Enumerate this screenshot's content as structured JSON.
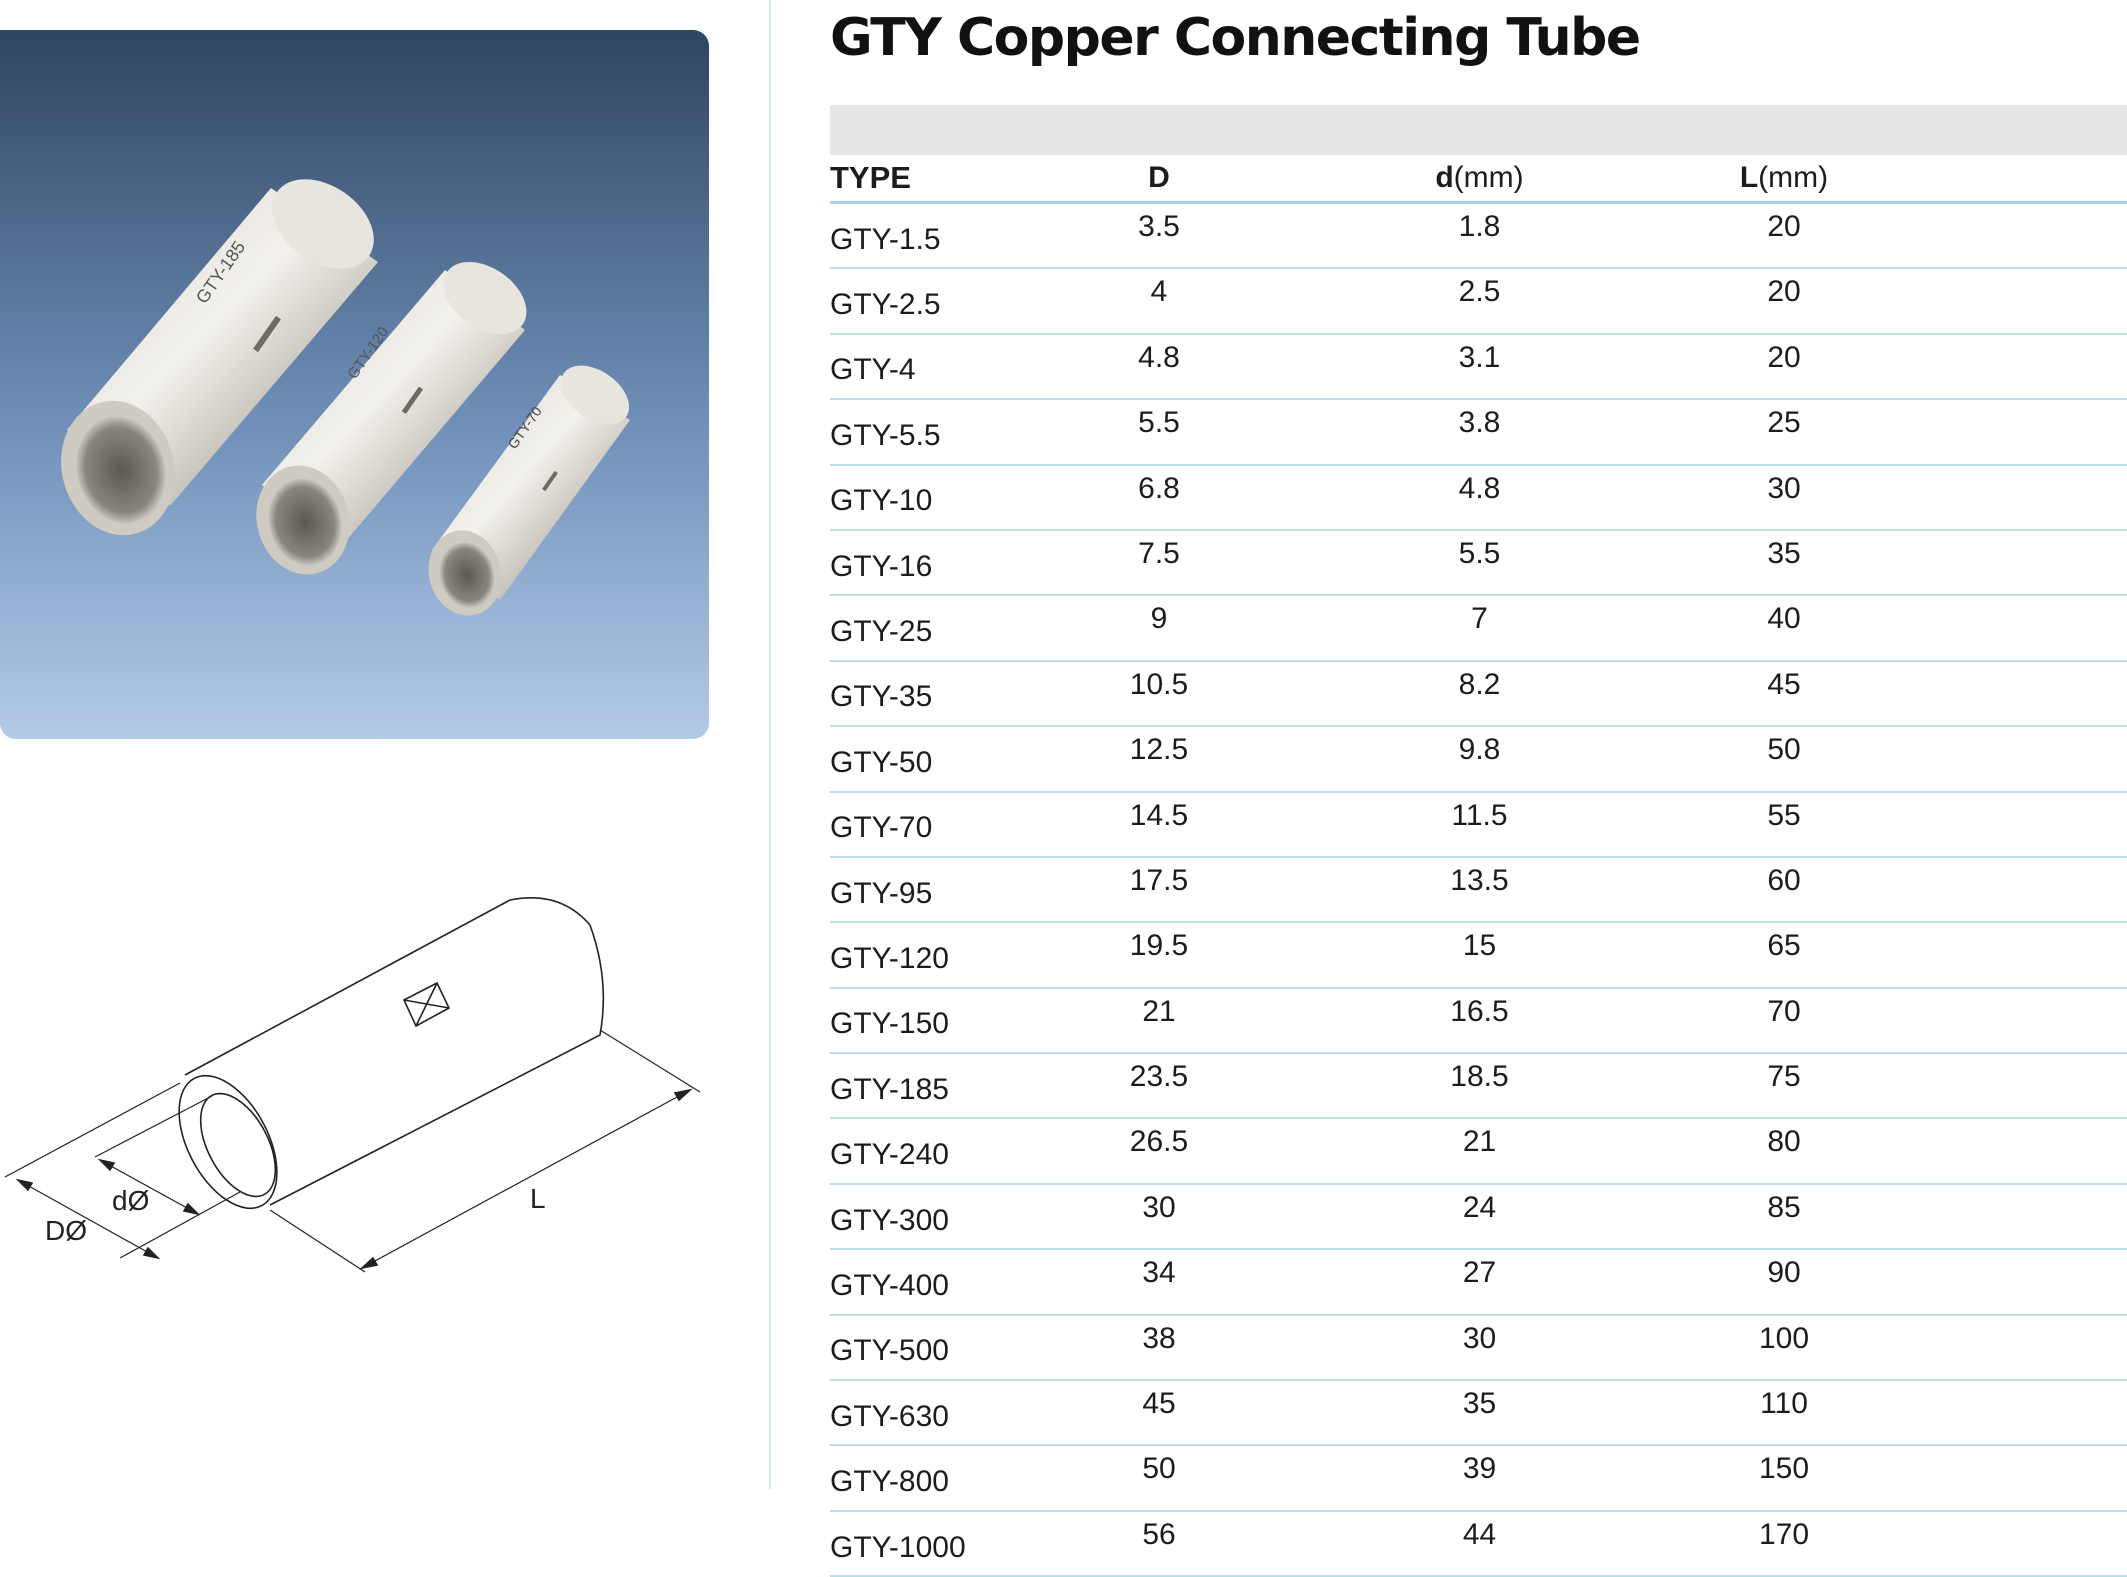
{
  "title": "GTY Copper Connecting Tube",
  "photo": {
    "engravings": [
      "GTY-185",
      "GTY-120",
      "GTY-70"
    ]
  },
  "diagram": {
    "labels": {
      "outer": "DØ",
      "inner": "dØ",
      "length": "L"
    }
  },
  "table": {
    "headers": [
      {
        "bold": "TYPE",
        "rest": ""
      },
      {
        "bold": "D",
        "rest": ""
      },
      {
        "bold": "d",
        "rest": "(mm)"
      },
      {
        "bold": "L",
        "rest": "(mm)"
      }
    ],
    "rows": [
      [
        "GTY-1.5",
        "3.5",
        "1.8",
        "20"
      ],
      [
        "GTY-2.5",
        "4",
        "2.5",
        "20"
      ],
      [
        "GTY-4",
        "4.8",
        "3.1",
        "20"
      ],
      [
        "GTY-5.5",
        "5.5",
        "3.8",
        "25"
      ],
      [
        "GTY-10",
        "6.8",
        "4.8",
        "30"
      ],
      [
        "GTY-16",
        "7.5",
        "5.5",
        "35"
      ],
      [
        "GTY-25",
        "9",
        "7",
        "40"
      ],
      [
        "GTY-35",
        "10.5",
        "8.2",
        "45"
      ],
      [
        "GTY-50",
        "12.5",
        "9.8",
        "50"
      ],
      [
        "GTY-70",
        "14.5",
        "11.5",
        "55"
      ],
      [
        "GTY-95",
        "17.5",
        "13.5",
        "60"
      ],
      [
        "GTY-120",
        "19.5",
        "15",
        "65"
      ],
      [
        "GTY-150",
        "21",
        "16.5",
        "70"
      ],
      [
        "GTY-185",
        "23.5",
        "18.5",
        "75"
      ],
      [
        "GTY-240",
        "26.5",
        "21",
        "80"
      ],
      [
        "GTY-300",
        "30",
        "24",
        "85"
      ],
      [
        "GTY-400",
        "34",
        "27",
        "90"
      ],
      [
        "GTY-500",
        "38",
        "30",
        "100"
      ],
      [
        "GTY-630",
        "45",
        "35",
        "110"
      ],
      [
        "GTY-800",
        "50",
        "39",
        "150"
      ],
      [
        "GTY-1000",
        "56",
        "44",
        "170"
      ]
    ]
  },
  "colors": {
    "row_rule": "#b9e0ea",
    "header_band": "#e6e6e6",
    "photo_bg_top": "#2f4560",
    "photo_bg_bottom": "#a8c3e2"
  }
}
